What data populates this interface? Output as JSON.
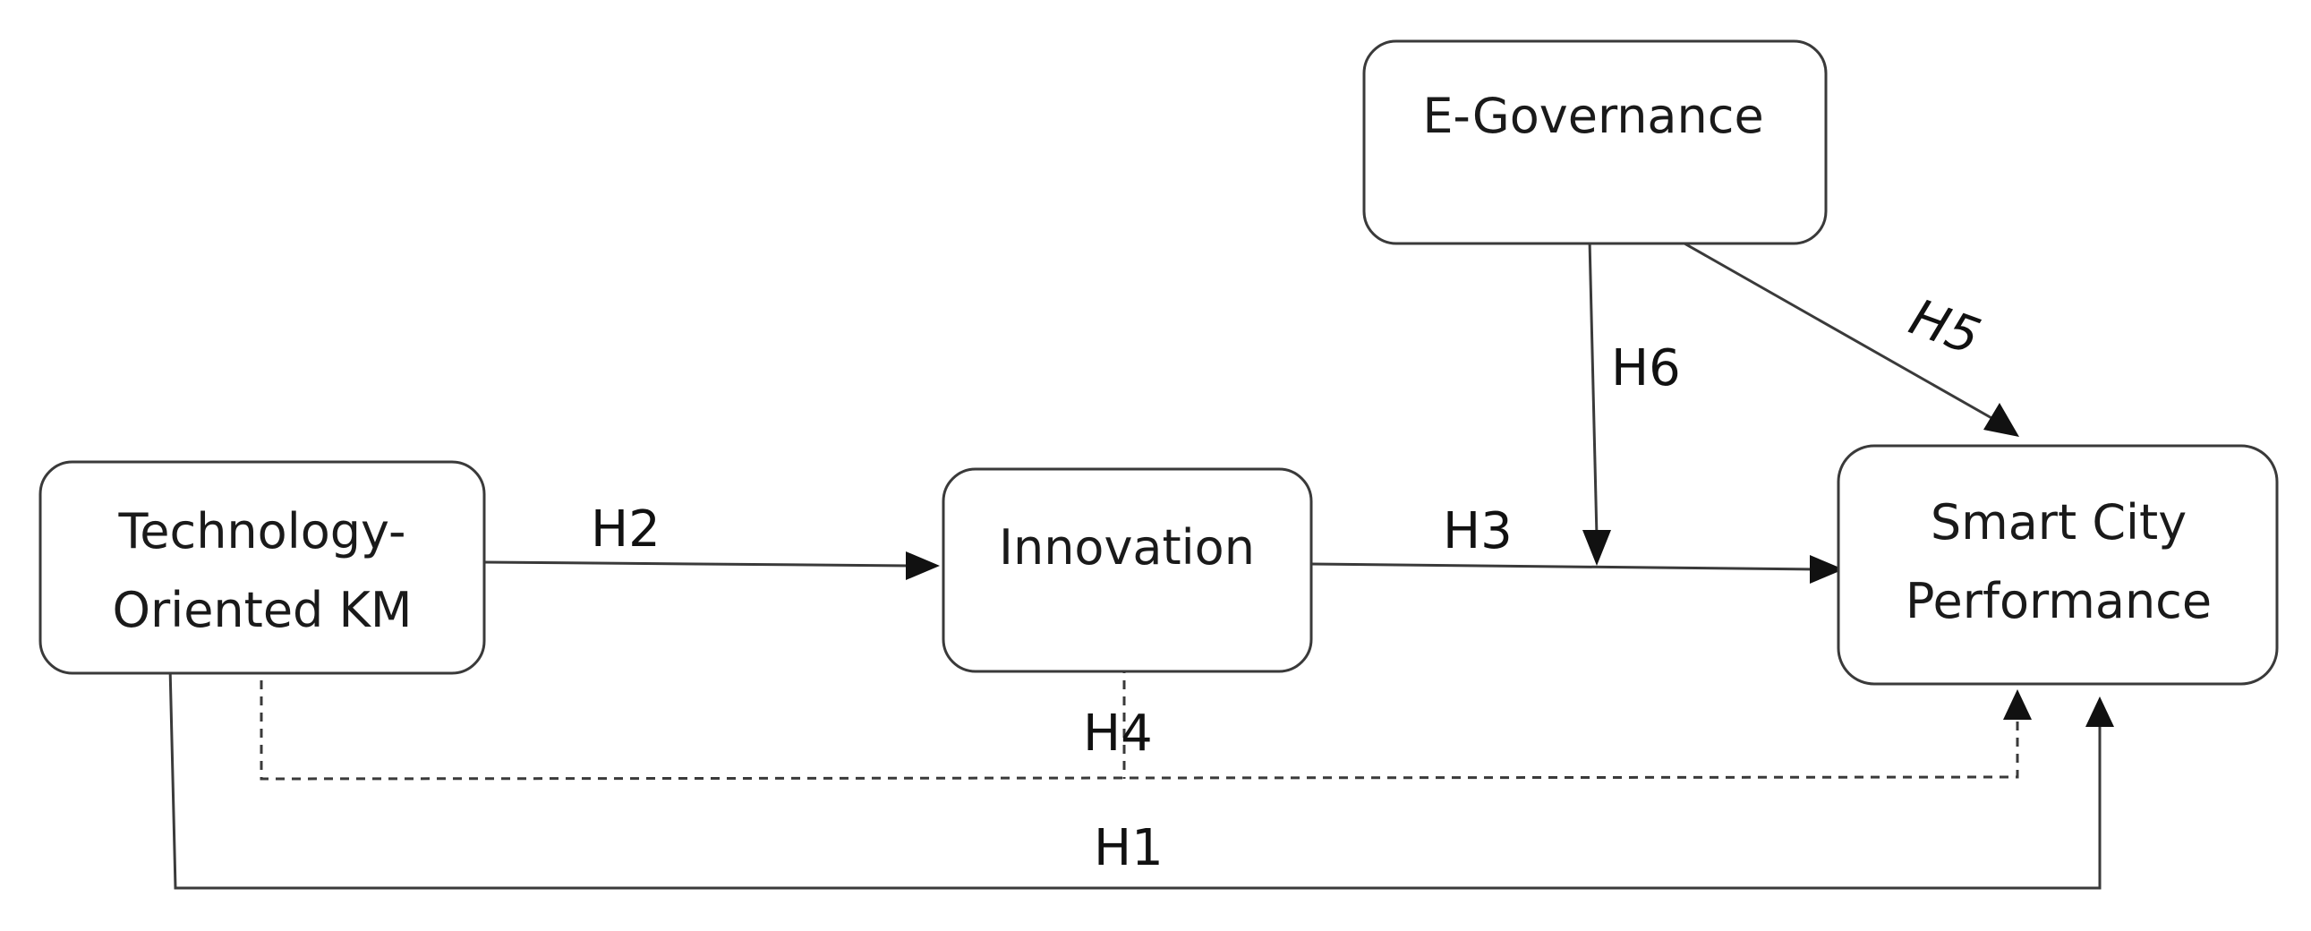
{
  "nodes": {
    "tokm": {
      "line1": "Technology-",
      "line2": "Oriented KM"
    },
    "innovation": {
      "label": "Innovation"
    },
    "egov": {
      "label": "E-Governance"
    },
    "scp": {
      "line1": "Smart City",
      "line2": "Performance"
    }
  },
  "edges": {
    "h1": "H1",
    "h2": "H2",
    "h3": "H3",
    "h4": "H4",
    "h5": "H5",
    "h6": "H6"
  }
}
